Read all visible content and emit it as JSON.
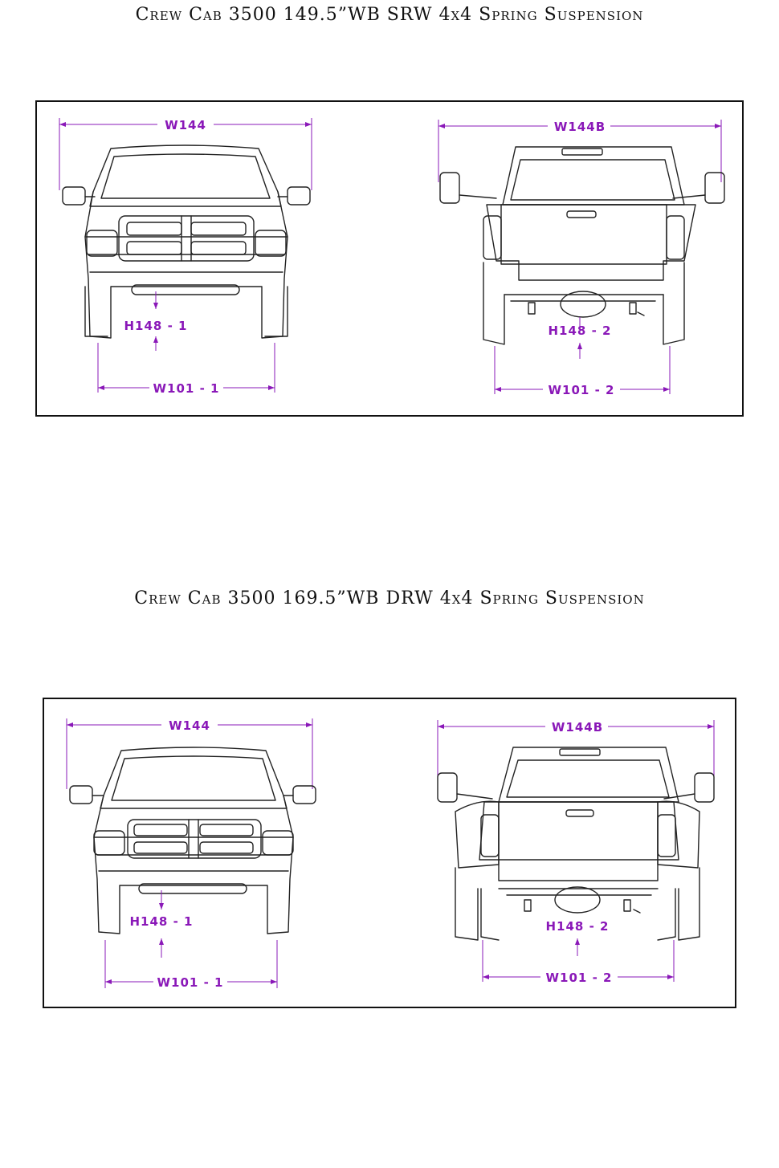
{
  "diagrams": [
    {
      "title": "Crew Cab 3500 149.5”WB SRW 4x4 Spring Suspension",
      "front": {
        "width_label": "W144",
        "height_label": "H148 - 1",
        "track_label": "W101 - 1"
      },
      "rear": {
        "width_label": "W144B",
        "height_label": "H148 - 2",
        "track_label": "W101 - 2"
      }
    },
    {
      "title": "Crew Cab 3500 169.5”WB DRW 4x4 Spring Suspension",
      "front": {
        "width_label": "W144",
        "height_label": "H148 - 1",
        "track_label": "W101 - 1"
      },
      "rear": {
        "width_label": "W144B",
        "height_label": "H148 - 2",
        "track_label": "W101 - 2"
      }
    }
  ],
  "colors": {
    "dimension": "#8a18b8",
    "line": "#222222",
    "border": "#111111"
  }
}
